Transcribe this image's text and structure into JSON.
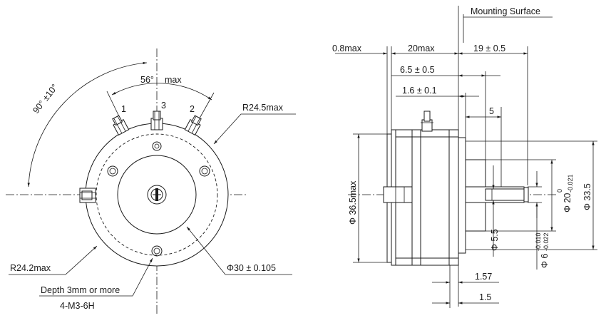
{
  "front_view": {
    "angle_total": "90° ±10°",
    "angle_terminals": "56°",
    "angle_terminals_suffix": "max",
    "terminal_labels": [
      "1",
      "3",
      "2"
    ],
    "radius_outer": "R24.5max",
    "radius_inner": "R24.2max",
    "bore_dia": "Φ30 ± 0.105",
    "mount_note_line1": "Depth 3mm or more",
    "mount_note_line2": "4-M3-6H"
  },
  "side_view": {
    "mounting_surface": "Mounting Surface",
    "dim_08": "0.8max",
    "dim_20": "20max",
    "dim_19": "19 ± 0.5",
    "dim_65": "6.5 ± 0.5",
    "dim_16": "1.6 ± 0.1",
    "dim_5": "5",
    "dim_365": "Φ 36.5max",
    "dim_335": "Φ 33.5",
    "dim_20dia": "Φ 20",
    "dim_20dia_tol_upper": "0",
    "dim_20dia_tol_lower": "-0.021",
    "dim_6dia": "Φ 6",
    "dim_6dia_tol_upper": "-0.010",
    "dim_6dia_tol_lower": "-0.022",
    "dim_55": "Φ 5.5",
    "dim_157": "1.57",
    "dim_15": "1.5"
  }
}
